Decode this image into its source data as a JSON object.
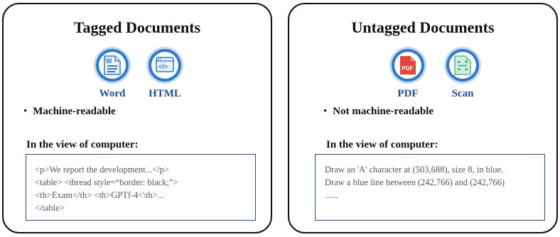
{
  "tagged": {
    "title": "Tagged Documents",
    "icons": [
      {
        "label": "Word",
        "icon": "word-document-icon"
      },
      {
        "label": "HTML",
        "icon": "html-code-icon"
      }
    ],
    "bullet": "Machine-readable",
    "view_label": "In the view of computer:",
    "code_lines": [
      "<p>We report the development...</p>",
      "<table> <thread style=“border: black;”>",
      "<th>Exam</th> <th>GPTf-4<\\th>...",
      "</table>"
    ]
  },
  "untagged": {
    "title": "Untagged Documents",
    "icons": [
      {
        "label": "PDF",
        "icon": "pdf-file-icon"
      },
      {
        "label": "Scan",
        "icon": "scan-document-icon"
      }
    ],
    "bullet": "Not machine-readable",
    "view_label": "In the view of computer:",
    "code_lines": [
      "Draw an 'A' character at (503,688), size 8, in blue.",
      "Draw a blue line between (242,766) and (242,766)",
      "......"
    ]
  },
  "bullet_symbol": "•",
  "colors": {
    "icon_ring_outer": "#c4d9ef",
    "icon_ring": "#2f79c8",
    "label_blue": "#1c4e8f",
    "box_border": "#2a4a8c",
    "code_text": "#555555"
  }
}
